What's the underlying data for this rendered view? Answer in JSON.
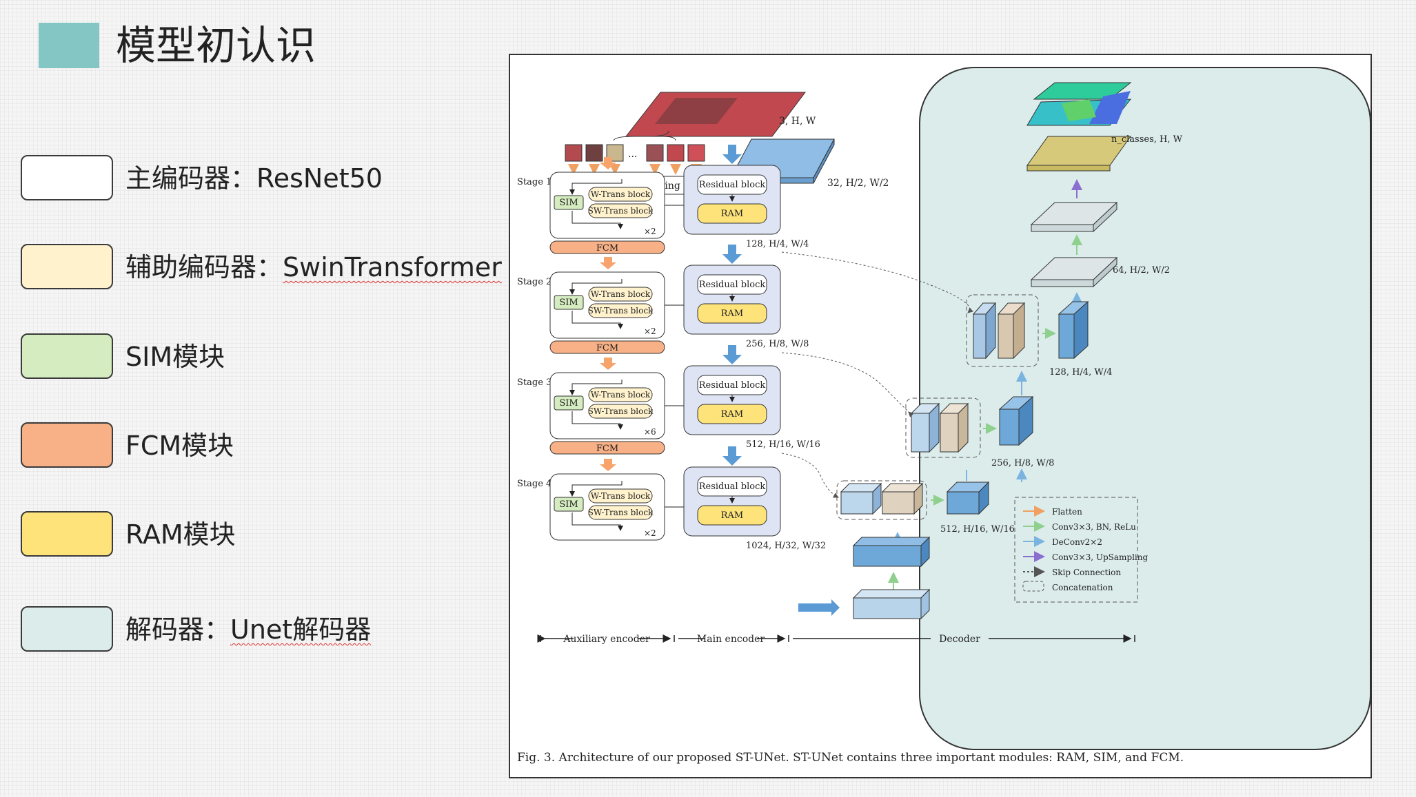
{
  "slide": {
    "title": "模型初认识",
    "title_color": "#84c6c4"
  },
  "legend": [
    {
      "label": "主编码器：",
      "label2": "ResNet50",
      "color": "#ffffff"
    },
    {
      "label": "辅助编码器：",
      "label2": "SwinTransformer",
      "color": "#fff2cc"
    },
    {
      "label": "SIM模块",
      "label2": "",
      "color": "#d5ecc0"
    },
    {
      "label": "FCM模块",
      "label2": "",
      "color": "#f8b186"
    },
    {
      "label": "RAM模块",
      "label2": "",
      "color": "#fde37a"
    },
    {
      "label": "解码器：",
      "label2": "Unet解码器",
      "color": "#dbeceb"
    }
  ],
  "figure": {
    "caption": "Fig. 3.   Architecture of our proposed ST-UNet. ST-UNet contains three important modules: RAM, SIM, and FCM.",
    "input_dims": "3, H, W",
    "linear_embedding": "Linear Embedding",
    "ellipsis": "...",
    "main_input_dims": "32, H/2, W/2",
    "stages": [
      {
        "label": "Stage 1",
        "repeat": "×2",
        "main_dims": "128, H/4, W/4"
      },
      {
        "label": "Stage 2",
        "repeat": "×2",
        "main_dims": "256, H/8, W/8"
      },
      {
        "label": "Stage 3",
        "repeat": "×6",
        "main_dims": "512, H/16, W/16"
      },
      {
        "label": "Stage 4",
        "repeat": "×2",
        "main_dims": "1024, H/32, W/32"
      }
    ],
    "sim": "SIM",
    "w_trans": "W-Trans block",
    "sw_trans": "SW-Trans block",
    "fcm": "FCM",
    "residual": "Residual block",
    "ram": "RAM",
    "decoder_dims": {
      "out": "n_classes, H, W",
      "d64": "64, H/2, W/2",
      "d128": "128, H/4, W/4",
      "d256": "256, H/8, W/8",
      "d512": "512, H/16, W/16"
    },
    "key": [
      {
        "label": "Flatten",
        "color": "#f0a060"
      },
      {
        "label": "Conv3×3, BN, ReLu",
        "color": "#8fd08f"
      },
      {
        "label": "DeConv2×2",
        "color": "#7ab2e0"
      },
      {
        "label": "Conv3×3, UpSampling",
        "color": "#8a6fd0"
      },
      {
        "label": "Skip Connection",
        "color": "#555555"
      },
      {
        "label": "Concatenation",
        "color": "#555555"
      }
    ],
    "sections": [
      "Auxiliary encoder",
      "Main encoder",
      "Decoder"
    ]
  }
}
